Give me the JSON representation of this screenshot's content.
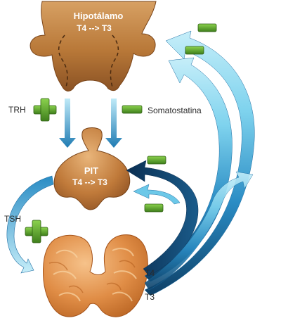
{
  "hypothalamus": {
    "title": "Hipotálamo",
    "conversion": "T4  -->  T3"
  },
  "pituitary": {
    "title": "PIT",
    "conversion": "T4 --> T3"
  },
  "labels": {
    "trh": "TRH",
    "somatostatina": "Somatostatina",
    "tsh": "TSH",
    "t4": "T4",
    "t3": "T3"
  },
  "colors": {
    "gland": "#c98a4a",
    "gland_dark": "#8a5224",
    "thyroid": "#e59a55",
    "arrow_light": "#7fd3ee",
    "arrow_dark": "#0d3f66",
    "plus": "#5aa02c",
    "minus": "#5aa02c"
  }
}
